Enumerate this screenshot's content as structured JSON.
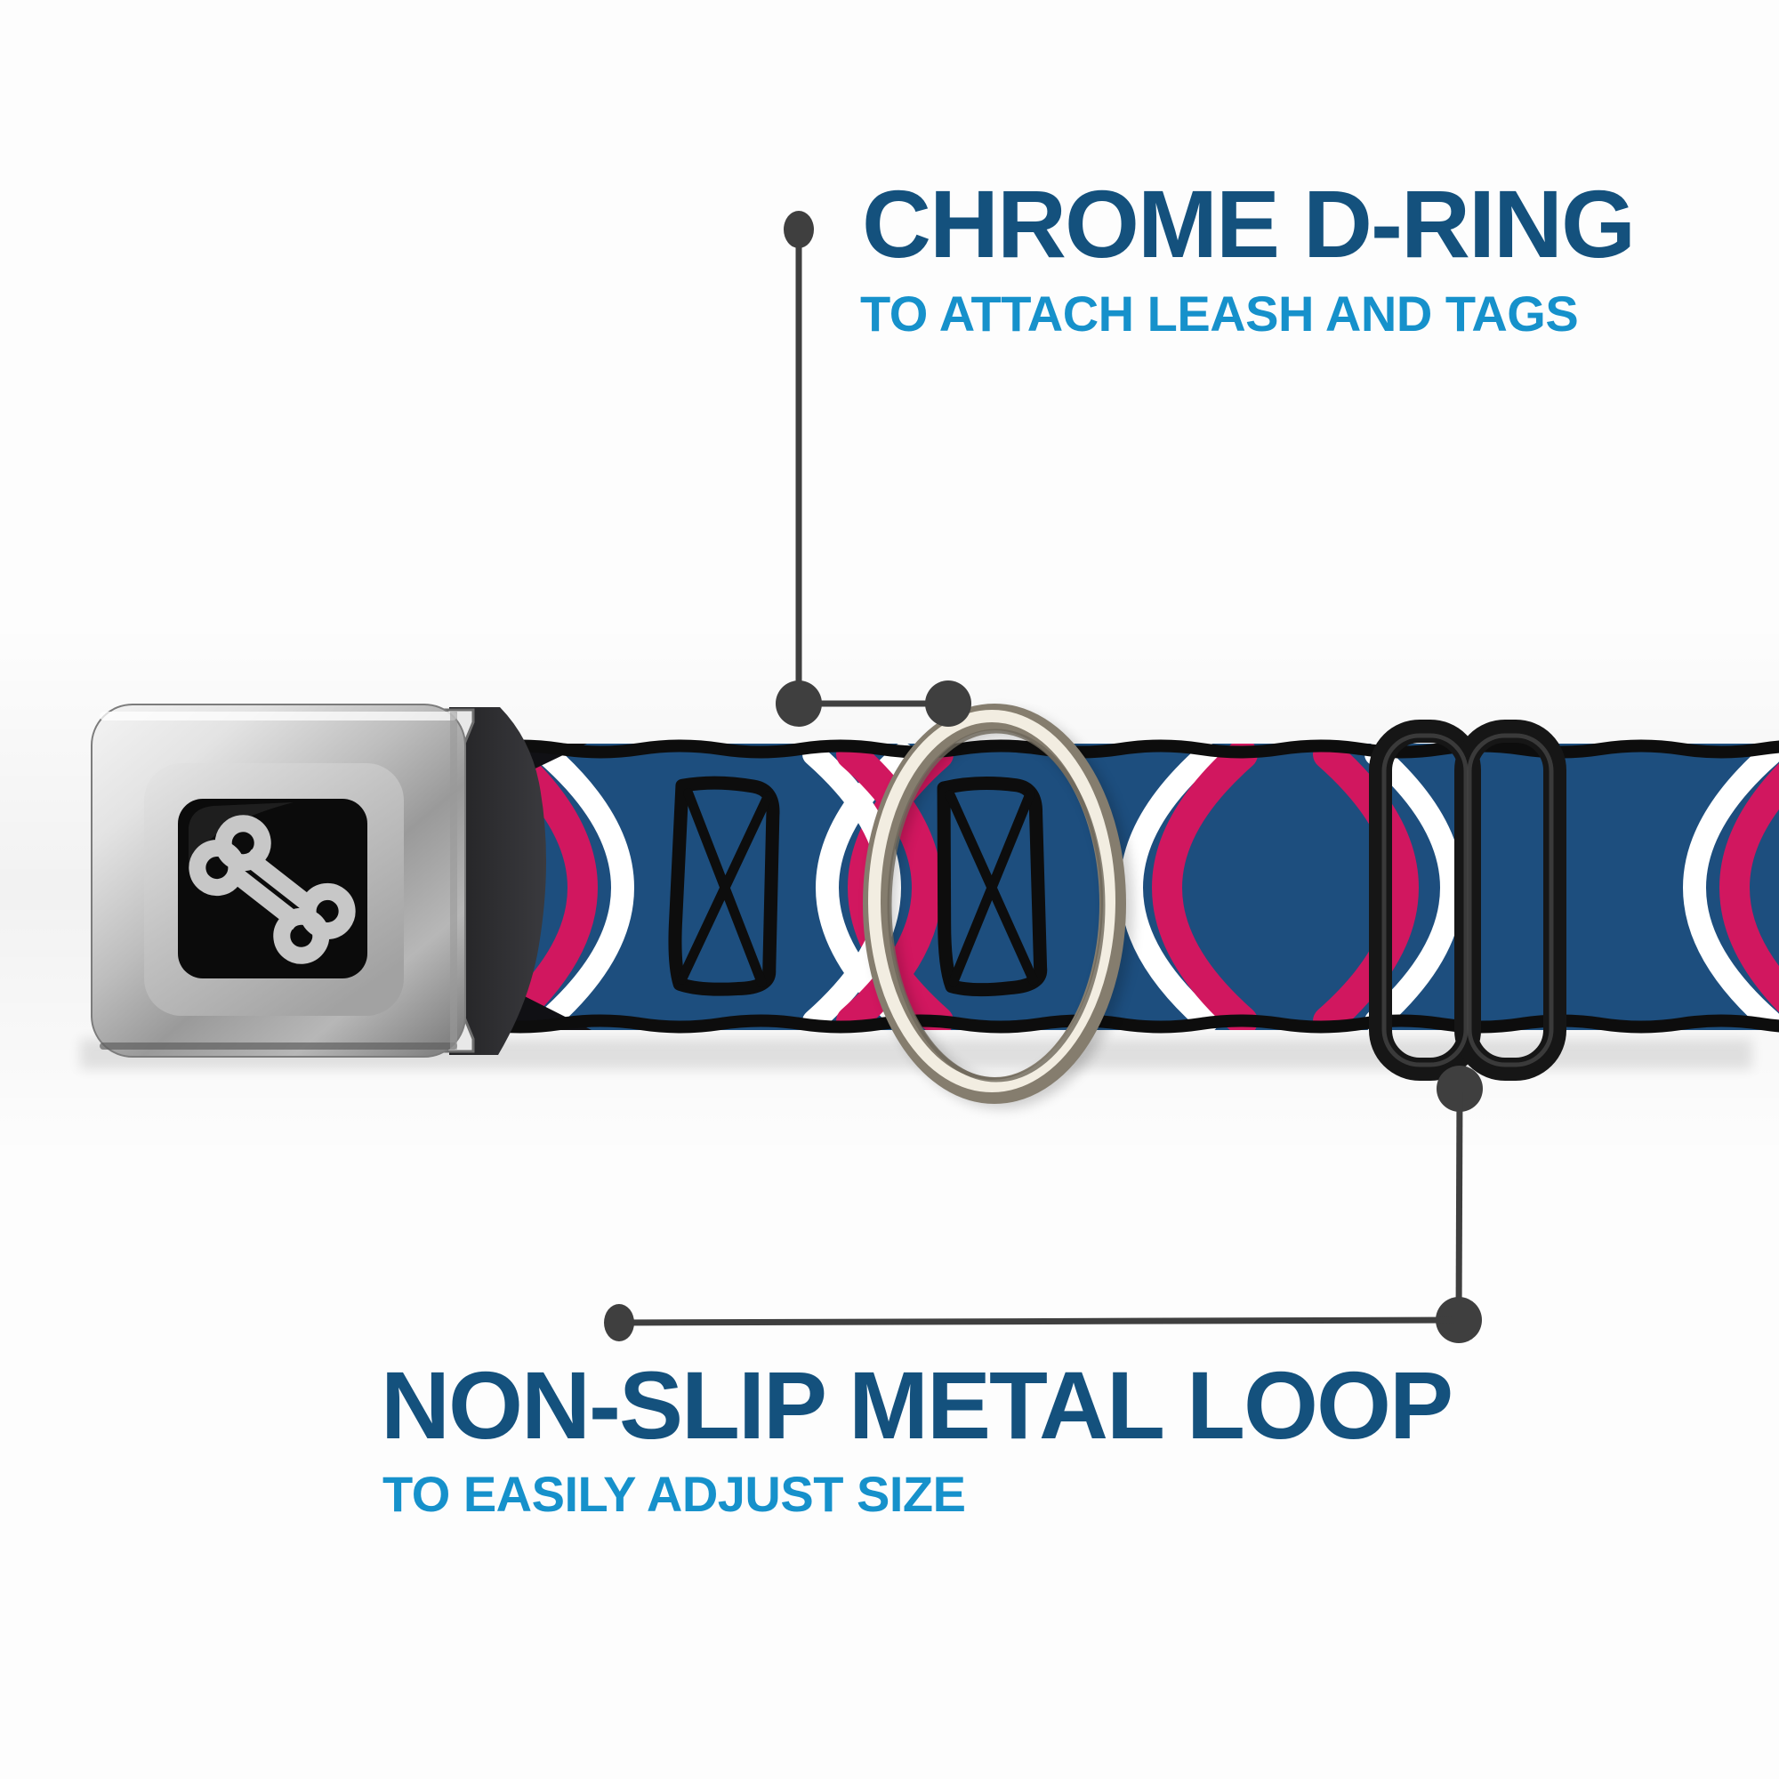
{
  "image_type": "product-infographic",
  "product": {
    "name": "dog-collar-seatbelt-buckle",
    "parts": [
      "seatbelt-buckle",
      "bone-logo",
      "patterned-webbing",
      "chrome-d-ring",
      "black-metal-slide-loop"
    ],
    "webbing_pattern": "blue with white and magenta rings and black sketched x-boxes"
  },
  "theme": {
    "page_bg": "#fdfdfd",
    "title_blue": "#14517d",
    "subtitle_blue": "#1691cb",
    "callout_gray": "#3f3f3f",
    "webbing_blue": "#1d4e7e",
    "webbing_pink": "#d1175f",
    "webbing_white": "#ffffff",
    "webbing_black": "#0d0d0d",
    "bone_gray": "#c7c7c7",
    "loop_black": "#161616",
    "ring_light": "#f2ede1",
    "ring_dark": "#857d6e"
  },
  "callouts": {
    "chrome_d_ring": {
      "title": "CHROME D-RING",
      "subtitle": "TO ATTACH LEASH AND TAGS"
    },
    "metal_loop": {
      "title": "NON-SLIP METAL LOOP",
      "subtitle": "TO EASILY ADJUST SIZE"
    }
  }
}
